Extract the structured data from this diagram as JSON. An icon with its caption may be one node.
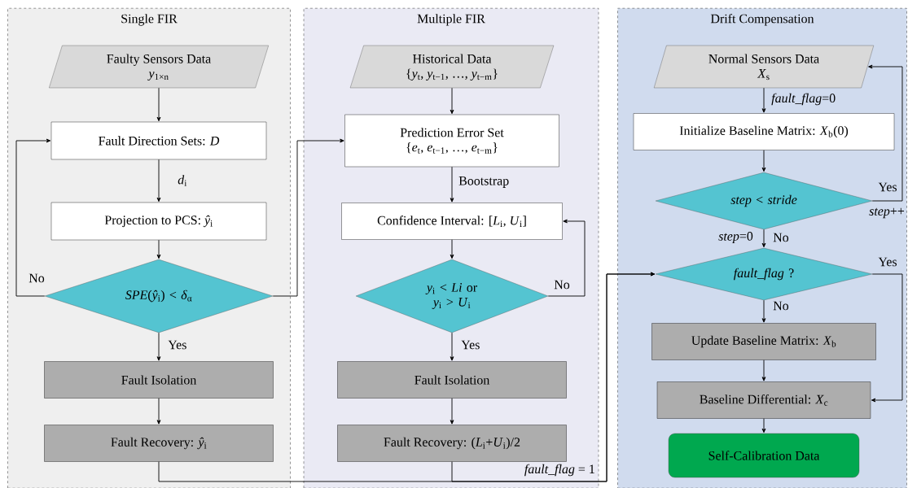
{
  "diagram": {
    "nodes": [
      {
        "text": [
          "Single FIR"
        ]
      },
      {
        "text": [
          "Multiple FIR"
        ]
      },
      {
        "text": [
          "Drift Compensation"
        ]
      },
      {
        "text": [
          "Faulty Sensors Data",
          "*y*$_{1×n}$"
        ],
        "in": 0
      },
      {
        "text": [
          "Fault Direction Sets: *D*"
        ],
        "in": 0
      },
      {
        "text": [
          "Projection to PCS: *ŷ*$_{i}$"
        ],
        "in": 0
      },
      {
        "text": [
          "*SPE*(*ŷ*$_{i}$) < *δ*$_{α}$"
        ],
        "in": 0
      },
      {
        "text": [
          "Fault Isolation"
        ],
        "in": 0
      },
      {
        "text": [
          "Fault Recovery: *ŷ*$_{i}$"
        ],
        "in": 0
      },
      {
        "text": [
          "Historical Data",
          "{*y*$_{t}$, *y*$_{t−1}$, …, *y*$_{t−m}$}"
        ],
        "in": 1
      },
      {
        "text": [
          "Prediction Error Set",
          "{*e*$_{t}$, *e*$_{t−1}$, …, *e*$_{t−m}$}"
        ],
        "in": 1
      },
      {
        "text": [
          "Confidence Interval: [*L*$_{i}$, *U*$_{i}$]"
        ],
        "in": 1
      },
      {
        "text": [
          "*y*$_{i}$ < *Li* or *y*$_{i}$ > *U*$_{i}$"
        ],
        "in": 1
      },
      {
        "text": [
          "Fault Isolation"
        ],
        "in": 1
      },
      {
        "text": [
          "Fault Recovery: (*L*$_{i}$+*U*$_{i}$)/2"
        ],
        "in": 1
      },
      {
        "text": [
          "Normal Sensors Data",
          "*X*$_{s}$"
        ],
        "in": 2
      },
      {
        "text": [
          "Initialize Baseline Matrix: *X*$_{b}$(0)"
        ],
        "in": 2
      },
      {
        "text": [
          "*step* < *stride*"
        ],
        "in": 2
      },
      {
        "text": [
          "*fault_flag* ?"
        ],
        "in": 2
      },
      {
        "text": [
          "Update Baseline Matrix: *X*$_{b}$"
        ],
        "in": 2
      },
      {
        "text": [
          "Baseline Differential: *X*$_{c}$"
        ],
        "in": 2
      },
      {
        "text": [
          "Self-Calibration Data"
        ],
        "in": 2
      }
    ],
    "edges": [
      {
        "from": 3,
        "to": 4,
        "arrow": "to"
      },
      {
        "from": 4,
        "to": 5,
        "arrow": "to",
        "label": "*d*$_{i}$"
      },
      {
        "from": 5,
        "to": 6,
        "arrow": "to"
      },
      {
        "from": 6,
        "to": 4,
        "arrow": "to",
        "label": "No"
      },
      {
        "from": 6,
        "to": 10,
        "arrow": "to"
      },
      {
        "from": 6,
        "to": 7,
        "arrow": "to",
        "label": "Yes"
      },
      {
        "from": 7,
        "to": 8,
        "arrow": "to"
      },
      {
        "from": 8,
        "to": 18,
        "arrow": "to"
      },
      {
        "from": 9,
        "to": 10,
        "arrow": "to"
      },
      {
        "from": 10,
        "to": 11,
        "arrow": "to",
        "label": "Bootstrap"
      },
      {
        "from": 11,
        "to": 12,
        "arrow": "to"
      },
      {
        "from": 12,
        "to": 11,
        "arrow": "to",
        "label": "No"
      },
      {
        "from": 12,
        "to": 13,
        "arrow": "to",
        "label": "Yes"
      },
      {
        "from": 13,
        "to": 14,
        "arrow": "to"
      },
      {
        "from": 14,
        "to": 18,
        "arrow": "to",
        "label": "*fault_flag* = 1"
      },
      {
        "from": 15,
        "to": 16,
        "arrow": "to",
        "label": "*fault_flag*=0"
      },
      {
        "from": 16,
        "to": 17,
        "arrow": "to"
      },
      {
        "from": 17,
        "to": 15,
        "arrow": "to",
        "label": "Yes"
      },
      {
        "from": 17,
        "to": 18,
        "arrow": "to",
        "label": "No"
      },
      {
        "from": 18,
        "to": 19,
        "arrow": "to",
        "label": "No"
      },
      {
        "from": 18,
        "to": 20,
        "arrow": "to",
        "label": "Yes"
      },
      {
        "from": 19,
        "to": 20,
        "arrow": "to"
      },
      {
        "from": 20,
        "to": 21,
        "arrow": "to"
      }
    ],
    "labels": [
      "*step*++",
      "*step*=0"
    ]
  }
}
